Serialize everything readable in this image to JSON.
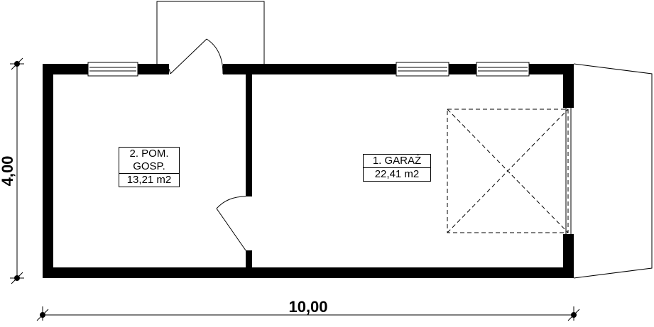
{
  "dimensions": {
    "width_label": "10,00",
    "height_label": "4,00"
  },
  "rooms": [
    {
      "number_name": "2. POM.",
      "name_line2": "GOSP.",
      "area": "13,21 m2"
    },
    {
      "number_name": "1. GARAŻ",
      "area": "22,41 m2"
    }
  ]
}
